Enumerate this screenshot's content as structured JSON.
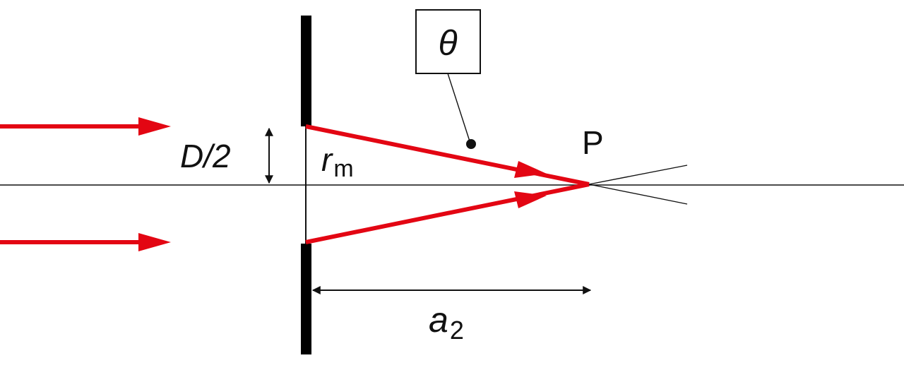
{
  "labels": {
    "half_aperture": "D/2",
    "radius_main": "r",
    "radius_sub": "m",
    "angle_symbol": "θ",
    "point": "P",
    "distance_main": "a",
    "distance_sub": "2"
  },
  "colors": {
    "ray": "#e30613",
    "ink": "#111111",
    "screen": "#000000",
    "background": "#ffffff"
  }
}
